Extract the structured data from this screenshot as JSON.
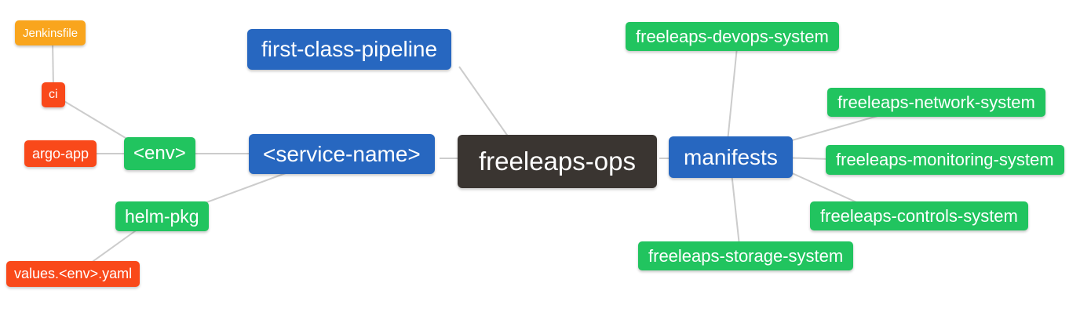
{
  "diagram": {
    "type": "mindmap",
    "root_label": "freeleaps-ops",
    "palette": {
      "blue": "#2767C0",
      "green": "#21C45F",
      "red_orange": "#F9491A",
      "orange": "#F9A51D",
      "dark": "#3A3531",
      "edge_line": "#CCCCCC",
      "node_text": "#FFFFFF",
      "background": "#FFFFFF"
    },
    "nodes": [
      {
        "id": "jenkinsfile",
        "label": "Jenkinsfile",
        "color": "orange"
      },
      {
        "id": "ci",
        "label": "ci",
        "color": "red"
      },
      {
        "id": "argo-app",
        "label": "argo-app",
        "color": "red"
      },
      {
        "id": "env",
        "label": "<env>",
        "color": "green"
      },
      {
        "id": "helm-pkg",
        "label": "helm-pkg",
        "color": "green"
      },
      {
        "id": "values-env-yaml",
        "label": "values.<env>.yaml",
        "color": "red"
      },
      {
        "id": "first-class-pipeline",
        "label": "first-class-pipeline",
        "color": "blue"
      },
      {
        "id": "service-name",
        "label": "<service-name>",
        "color": "blue"
      },
      {
        "id": "freeleaps-ops",
        "label": "freeleaps-ops",
        "color": "dark"
      },
      {
        "id": "manifests",
        "label": "manifests",
        "color": "blue"
      },
      {
        "id": "freeleaps-devops-system",
        "label": "freeleaps-devops-system",
        "color": "green"
      },
      {
        "id": "freeleaps-network-system",
        "label": "freeleaps-network-system",
        "color": "green"
      },
      {
        "id": "freeleaps-monitoring-system",
        "label": "freeleaps-monitoring-system",
        "color": "green"
      },
      {
        "id": "freeleaps-controls-system",
        "label": "freeleaps-controls-system",
        "color": "green"
      },
      {
        "id": "freeleaps-storage-system",
        "label": "freeleaps-storage-system",
        "color": "green"
      }
    ],
    "edges": [
      {
        "from": "jenkinsfile",
        "to": "ci"
      },
      {
        "from": "ci",
        "to": "env"
      },
      {
        "from": "argo-app",
        "to": "env"
      },
      {
        "from": "env",
        "to": "service-name"
      },
      {
        "from": "helm-pkg",
        "to": "service-name"
      },
      {
        "from": "values-env-yaml",
        "to": "helm-pkg"
      },
      {
        "from": "first-class-pipeline",
        "to": "freeleaps-ops"
      },
      {
        "from": "service-name",
        "to": "freeleaps-ops"
      },
      {
        "from": "freeleaps-ops",
        "to": "manifests"
      },
      {
        "from": "manifests",
        "to": "freeleaps-devops-system"
      },
      {
        "from": "manifests",
        "to": "freeleaps-network-system"
      },
      {
        "from": "manifests",
        "to": "freeleaps-monitoring-system"
      },
      {
        "from": "manifests",
        "to": "freeleaps-controls-system"
      },
      {
        "from": "manifests",
        "to": "freeleaps-storage-system"
      }
    ]
  }
}
